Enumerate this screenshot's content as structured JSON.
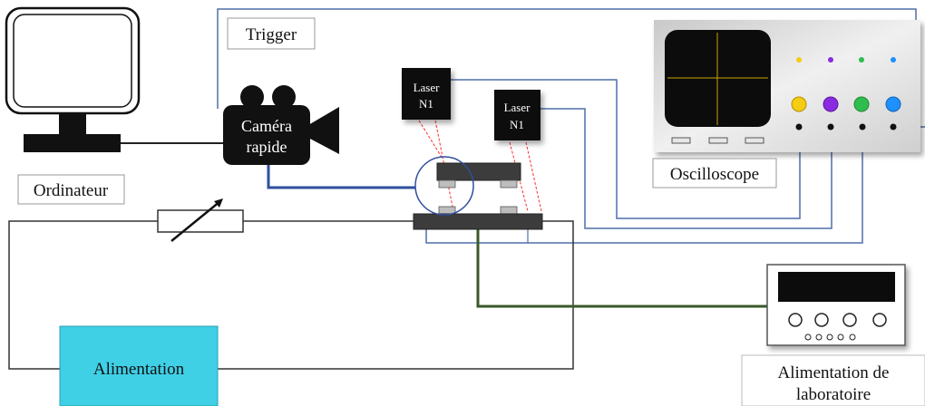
{
  "labels": {
    "trigger": "Trigger",
    "ordinateur": "Ordinateur",
    "camera_line1": "Caméra",
    "camera_line2": "rapide",
    "laser1_line1": "Laser",
    "laser1_line2": "N1",
    "laser2_line1": "Laser",
    "laser2_line2": "N1",
    "oscilloscope": "Oscilloscope",
    "alimentation": "Alimentation",
    "alim_labo_line1": "Alimentation de",
    "alim_labo_line2": "laboratoire"
  },
  "colors": {
    "trigger_wire": "#4f6fa8",
    "camera_wire": "#2f4f9e",
    "supply_wire": "#3a5a2a",
    "alimentation_box": "#3fd0e6",
    "laser_beam": "#ff2a2a",
    "knob_yellow": "#f4cc12",
    "knob_purple": "#8a2be2",
    "knob_green": "#2ebd4e",
    "knob_blue": "#1e90ff"
  },
  "icons": [
    "monitor-icon",
    "video-camera-icon",
    "laser-icon",
    "oscilloscope-icon",
    "variable-resistor-icon",
    "lab-power-supply-icon"
  ]
}
